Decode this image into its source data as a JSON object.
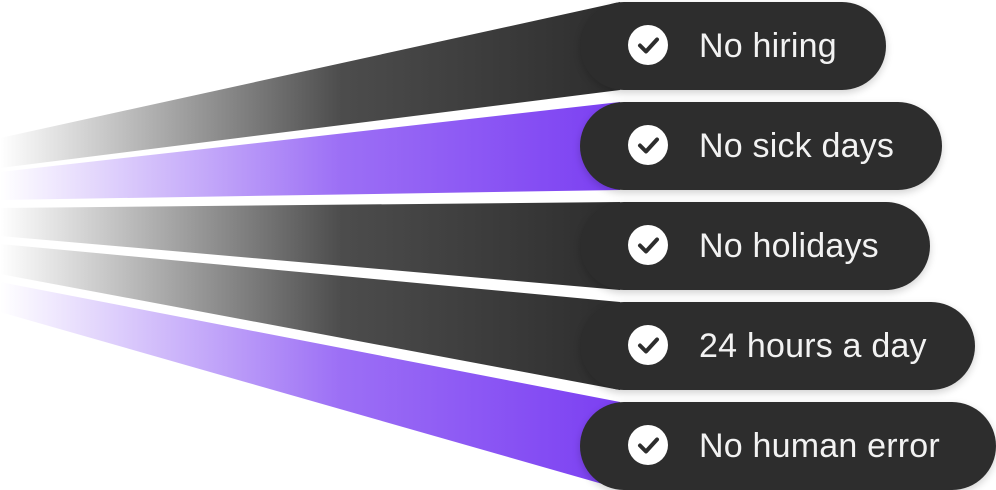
{
  "features": [
    {
      "label": "No hiring",
      "icon": "check-circle-icon",
      "beam_color": "#2d2d2d"
    },
    {
      "label": "No sick days",
      "icon": "check-circle-icon",
      "beam_color": "#7b3ff2"
    },
    {
      "label": "No holidays",
      "icon": "check-circle-icon",
      "beam_color": "#2d2d2d"
    },
    {
      "label": "24 hours a day",
      "icon": "check-circle-icon",
      "beam_color": "#2d2d2d"
    },
    {
      "label": "No human error",
      "icon": "check-circle-icon",
      "beam_color": "#7b3ff2"
    }
  ],
  "colors": {
    "pill_background": "#2d2d2d",
    "label_text": "#f2f2f2",
    "accent_purple": "#7b3ff2",
    "check_circle": "#ffffff"
  }
}
